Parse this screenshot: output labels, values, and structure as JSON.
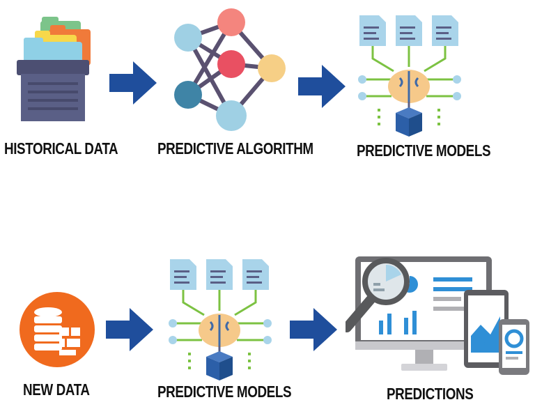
{
  "stages": {
    "historical_data": "HISTORICAL DATA",
    "predictive_algorithm": "PREDICTIVE ALGORITHM",
    "predictive_models_top": "PREDICTIVE MODELS",
    "new_data": "NEW DATA",
    "predictive_models_bottom": "PREDICTIVE MODELS",
    "predictions": "PREDICTIONS"
  },
  "colors": {
    "arrow": "#1f4e9c",
    "folder_box": "#5a5f86",
    "brain": "#f6c98a",
    "circuit": "#7cc242",
    "document": "#a9d4ea",
    "cube": "#2c5fa8",
    "database": "#f06a1e",
    "monitor": "#6e6e72",
    "magnifier": "#58595b"
  },
  "icons": {
    "historical_data": "folder-box-icon",
    "predictive_algorithm": "neural-network-icon",
    "predictive_models": "ai-brain-model-icon",
    "new_data": "database-icon",
    "predictions": "analytics-dashboard-icon"
  }
}
